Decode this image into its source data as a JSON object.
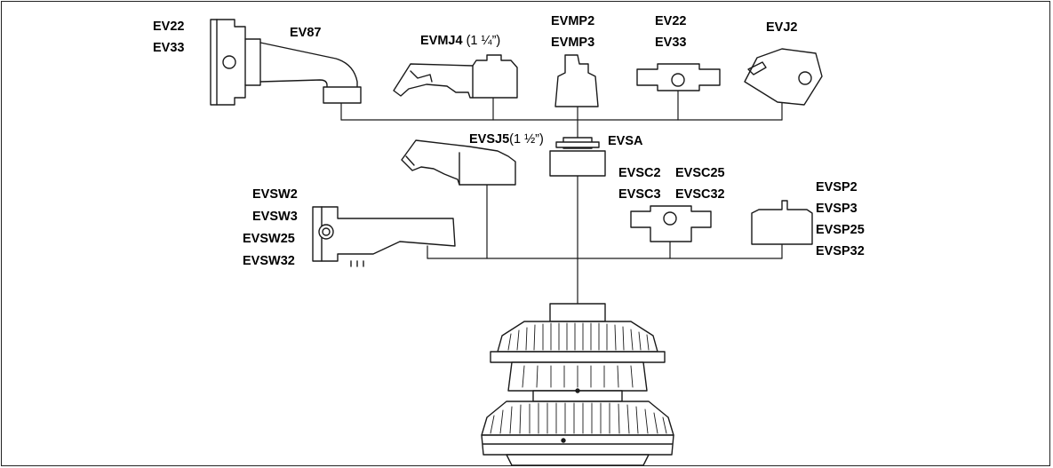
{
  "labels": {
    "ev87": "EV87",
    "ev22_left": "EV22",
    "ev33_left": "EV33",
    "evmj4": "EVMJ4",
    "evmj4_size": " (1 ¼”)",
    "evmp2": "EVMP2",
    "evmp3": "EVMP3",
    "ev22_right": "EV22",
    "ev33_right": "EV33",
    "evj2": "EVJ2",
    "evsj5": "EVSJ5",
    "evsj5_size": "(1 ½”)",
    "evsa": "EVSA",
    "evsc2": "EVSC2",
    "evsc3": "EVSC3",
    "evsc25": "EVSC25",
    "evsc32": "EVSC32",
    "evsw2": "EVSW2",
    "evsw3": "EVSW3",
    "evsw25": "EVSW25",
    "evsw32": "EVSW32",
    "evsp2": "EVSP2",
    "evsp3": "EVSP3",
    "evsp25": "EVSP25",
    "evsp32": "EVSP32"
  },
  "colors": {
    "line": "#1a1a1a",
    "fill": "#ffffff",
    "shade": "#cfcfcf",
    "frame": "#222222"
  }
}
